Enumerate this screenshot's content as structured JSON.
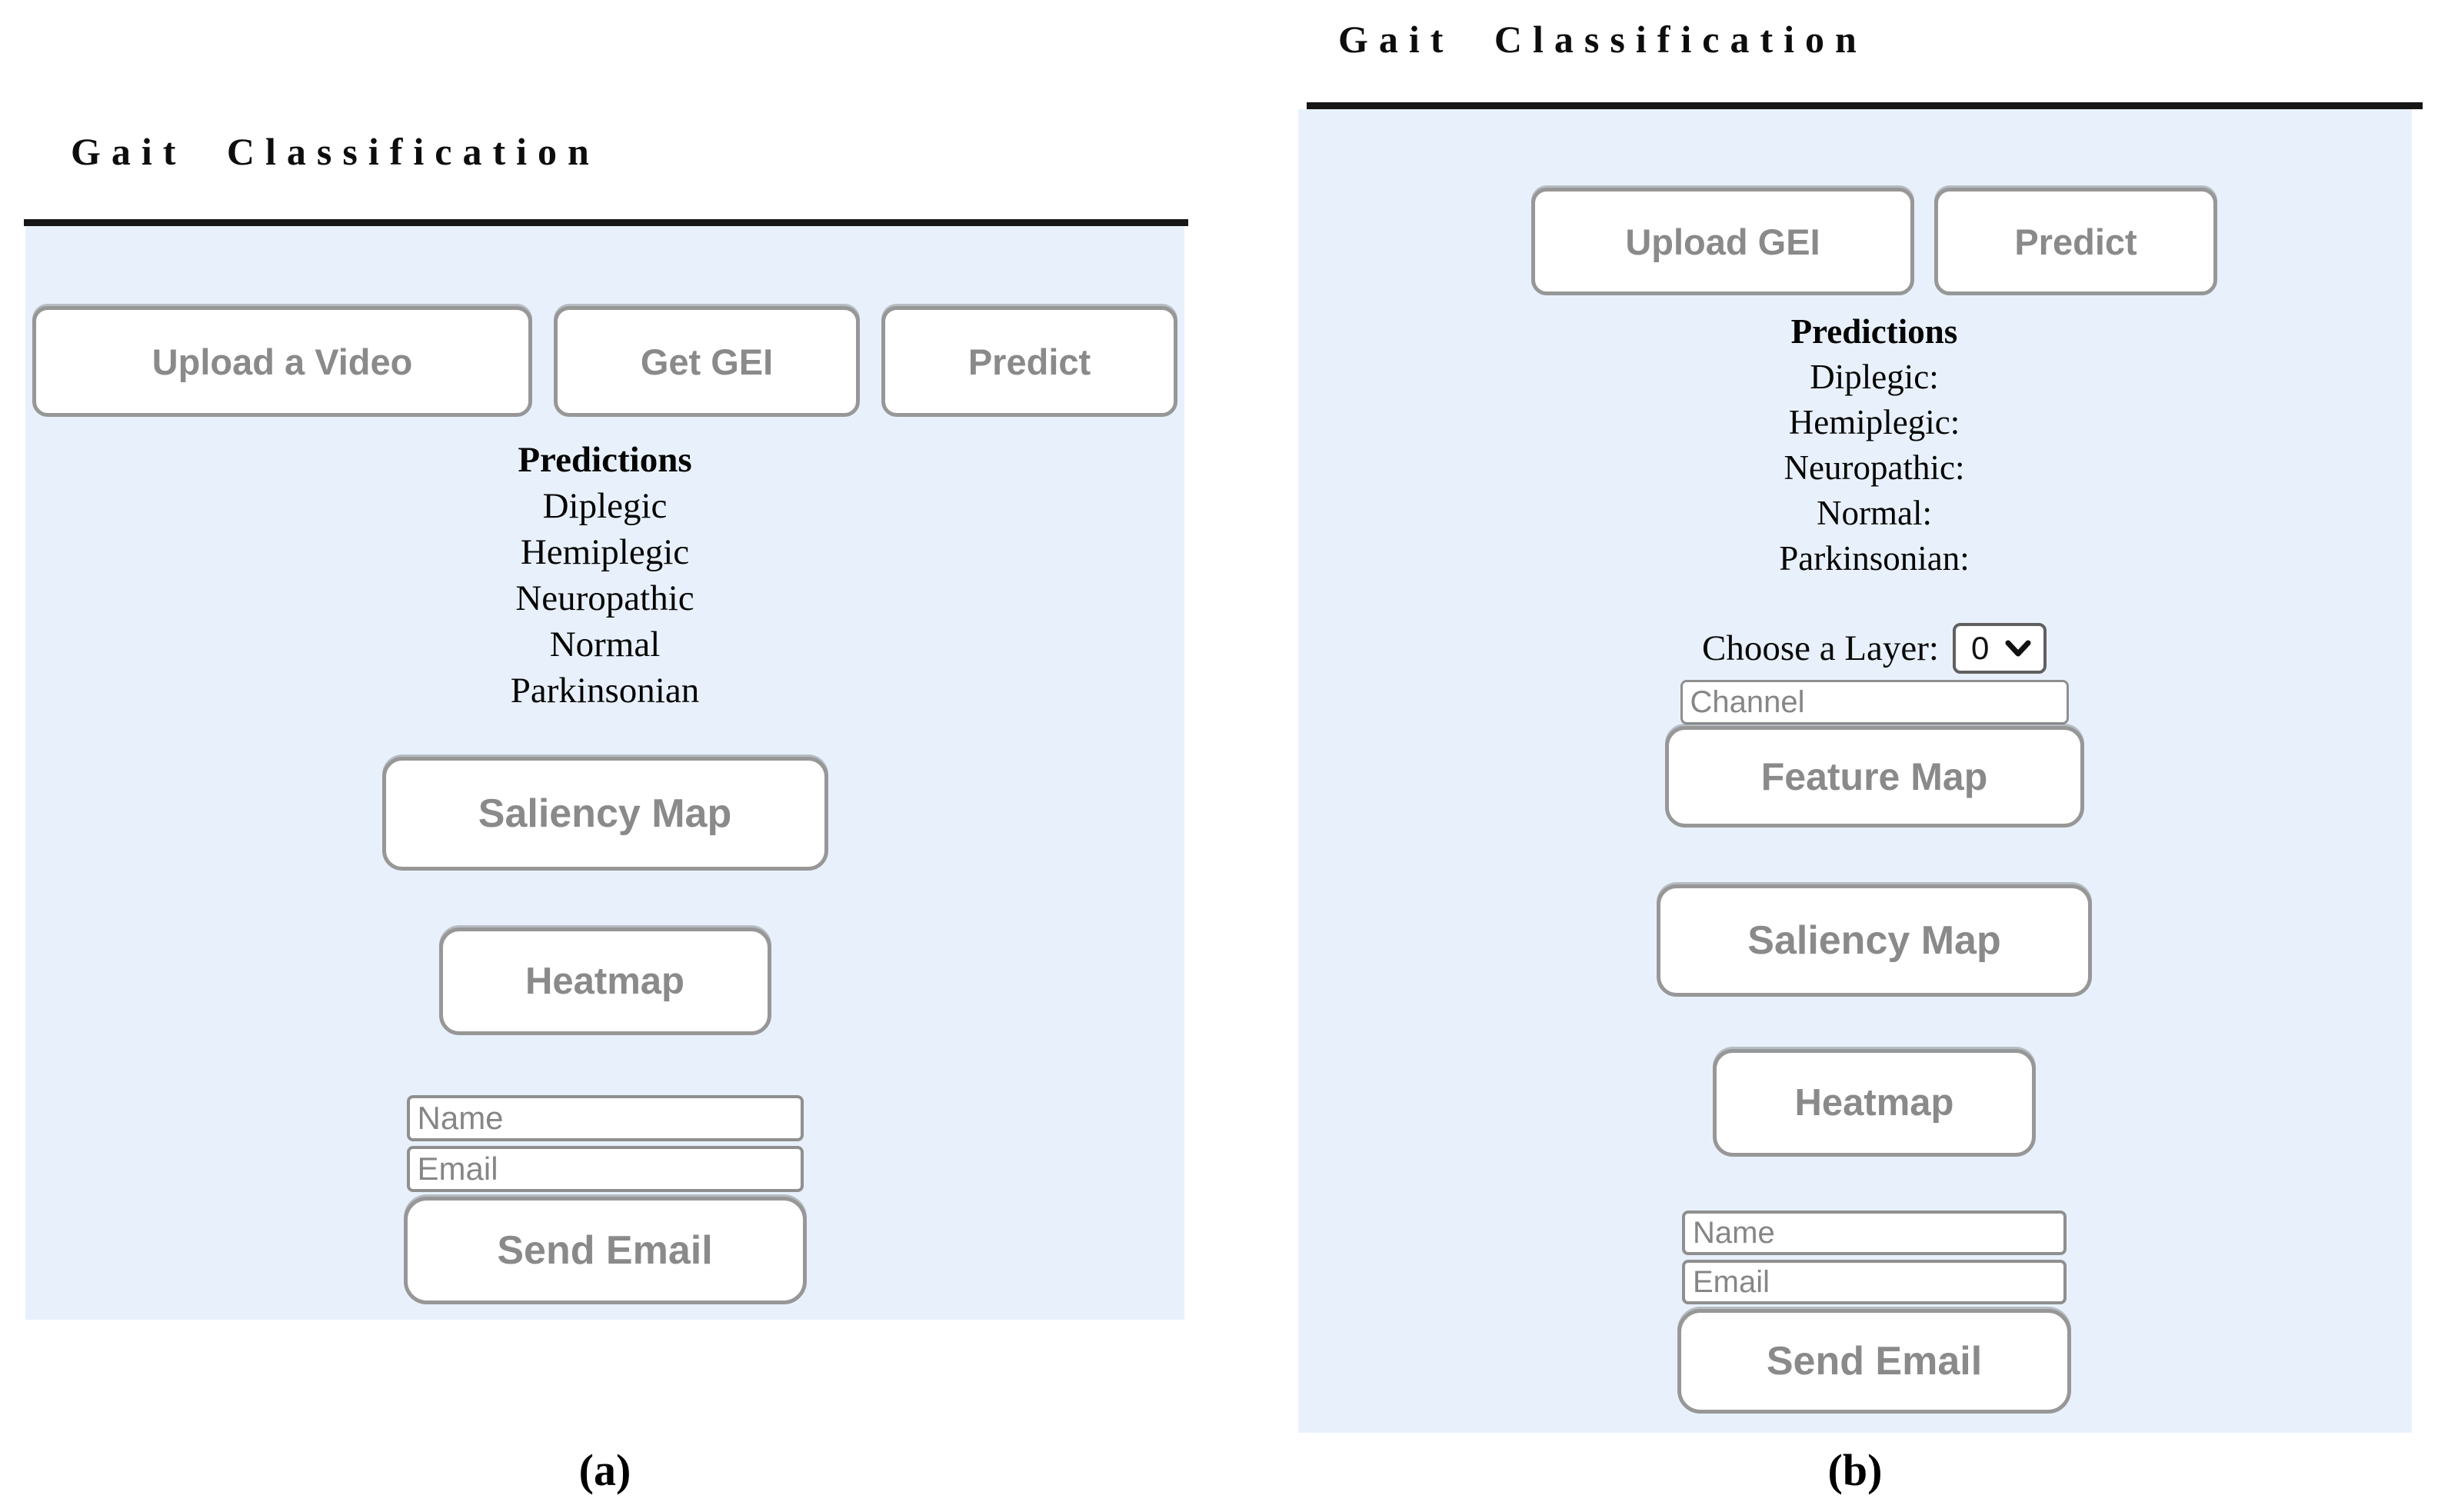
{
  "colors": {
    "panel_background": "#e8f1fb",
    "divider": "#161616",
    "button_border": "#979797",
    "button_text": "#8a8a8a",
    "input_border": "#8f8f8f",
    "placeholder_text": "#868686",
    "body_text": "#000000"
  },
  "panel_a": {
    "title": "Gait Classification",
    "buttons_row": [
      "Upload a Video",
      "Get GEI",
      "Predict"
    ],
    "predictions": {
      "heading": "Predictions",
      "classes": [
        "Diplegic",
        "Hemiplegic",
        "Neuropathic",
        "Normal",
        "Parkinsonian"
      ]
    },
    "saliency_map_button": "Saliency Map",
    "heatmap_button": "Heatmap",
    "name_placeholder": "Name",
    "email_placeholder": "Email",
    "send_email_button": "Send Email",
    "caption": "(a)"
  },
  "panel_b": {
    "title": "Gait Classification",
    "buttons_row": [
      "Upload GEI",
      "Predict"
    ],
    "predictions": {
      "heading": "Predictions",
      "classes": [
        "Diplegic:",
        "Hemiplegic:",
        "Neuropathic:",
        "Normal:",
        "Parkinsonian:"
      ]
    },
    "layer_label": "Choose a Layer:",
    "layer_selected_option": "0",
    "channel_placeholder": "Channel",
    "feature_map_button": "Feature Map",
    "saliency_map_button": "Saliency Map",
    "heatmap_button": "Heatmap",
    "name_placeholder": "Name",
    "email_placeholder": "Email",
    "send_email_button": "Send Email",
    "caption": "(b)"
  }
}
